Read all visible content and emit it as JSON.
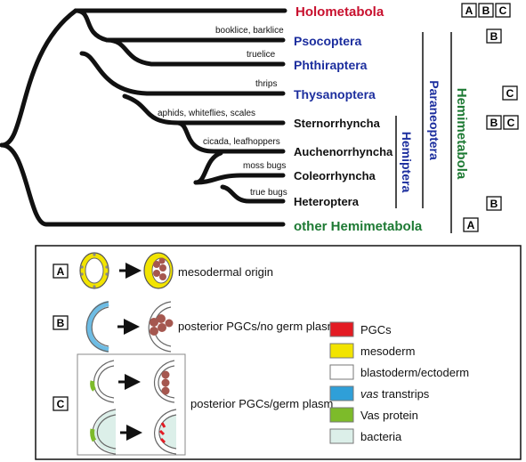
{
  "tree": {
    "taxa": {
      "holometabola": "Holometabola",
      "psocoptera": "Psocoptera",
      "phthiraptera": "Phthiraptera",
      "thysanoptera": "Thysanoptera",
      "sternorrhyncha": "Sternorrhyncha",
      "auchenorrhyncha": "Auchenorrhyncha",
      "coleorrhyncha": "Coleorrhyncha",
      "heteroptera": "Heteroptera",
      "other_hemimetabola": "other Hemimetabola"
    },
    "common_names": {
      "psocoptera": "booklice, barklice",
      "phthiraptera": "truelice",
      "thysanoptera": "thrips",
      "sternorrhyncha": "aphids, whiteflies, scales",
      "auchenorrhyncha": "cicada, leafhoppers",
      "coleorrhyncha": "moss bugs",
      "heteroptera": "true bugs"
    },
    "groups": {
      "hemiptera": "Hemiptera",
      "paraneoptera": "Paraneoptera",
      "hemimetabola": "Hemimetabola"
    },
    "mode_tags": {
      "holometabola": [
        "A",
        "B",
        "C"
      ],
      "psocoptera": [
        "B"
      ],
      "thysanoptera": [
        "C"
      ],
      "sternorrhyncha": [
        "B",
        "C"
      ],
      "heteroptera": [
        "B"
      ],
      "other_hemimetabola": [
        "A"
      ]
    }
  },
  "legend": {
    "modes": {
      "a": {
        "tag": "A",
        "text": "mesodermal origin"
      },
      "b": {
        "tag": "B",
        "text": "posterior PGCs/no germ plasm"
      },
      "c": {
        "tag": "C",
        "text": "posterior PGCs/germ plasm"
      }
    },
    "key": {
      "pgcs": "PGCs",
      "mesoderm": "mesoderm",
      "blastoderm": "blastoderm/ectoderm",
      "vas_italic": "vas",
      "vas_rest": " transtrips",
      "vas_protein": "Vas protein",
      "bacteria": "bacteria"
    }
  },
  "colors": {
    "holometabola": "#c8102e",
    "paraneoptera_taxa": "#1c2e9e",
    "hemimetabola": "#1e7a34",
    "pgcs": "#e31b23",
    "mesoderm": "#f2e400",
    "blastoderm": "#ffffff",
    "vas_transcripts": "#2f9fd8",
    "vas_protein": "#7dbb2a",
    "bacteria": "#dcefe9"
  }
}
